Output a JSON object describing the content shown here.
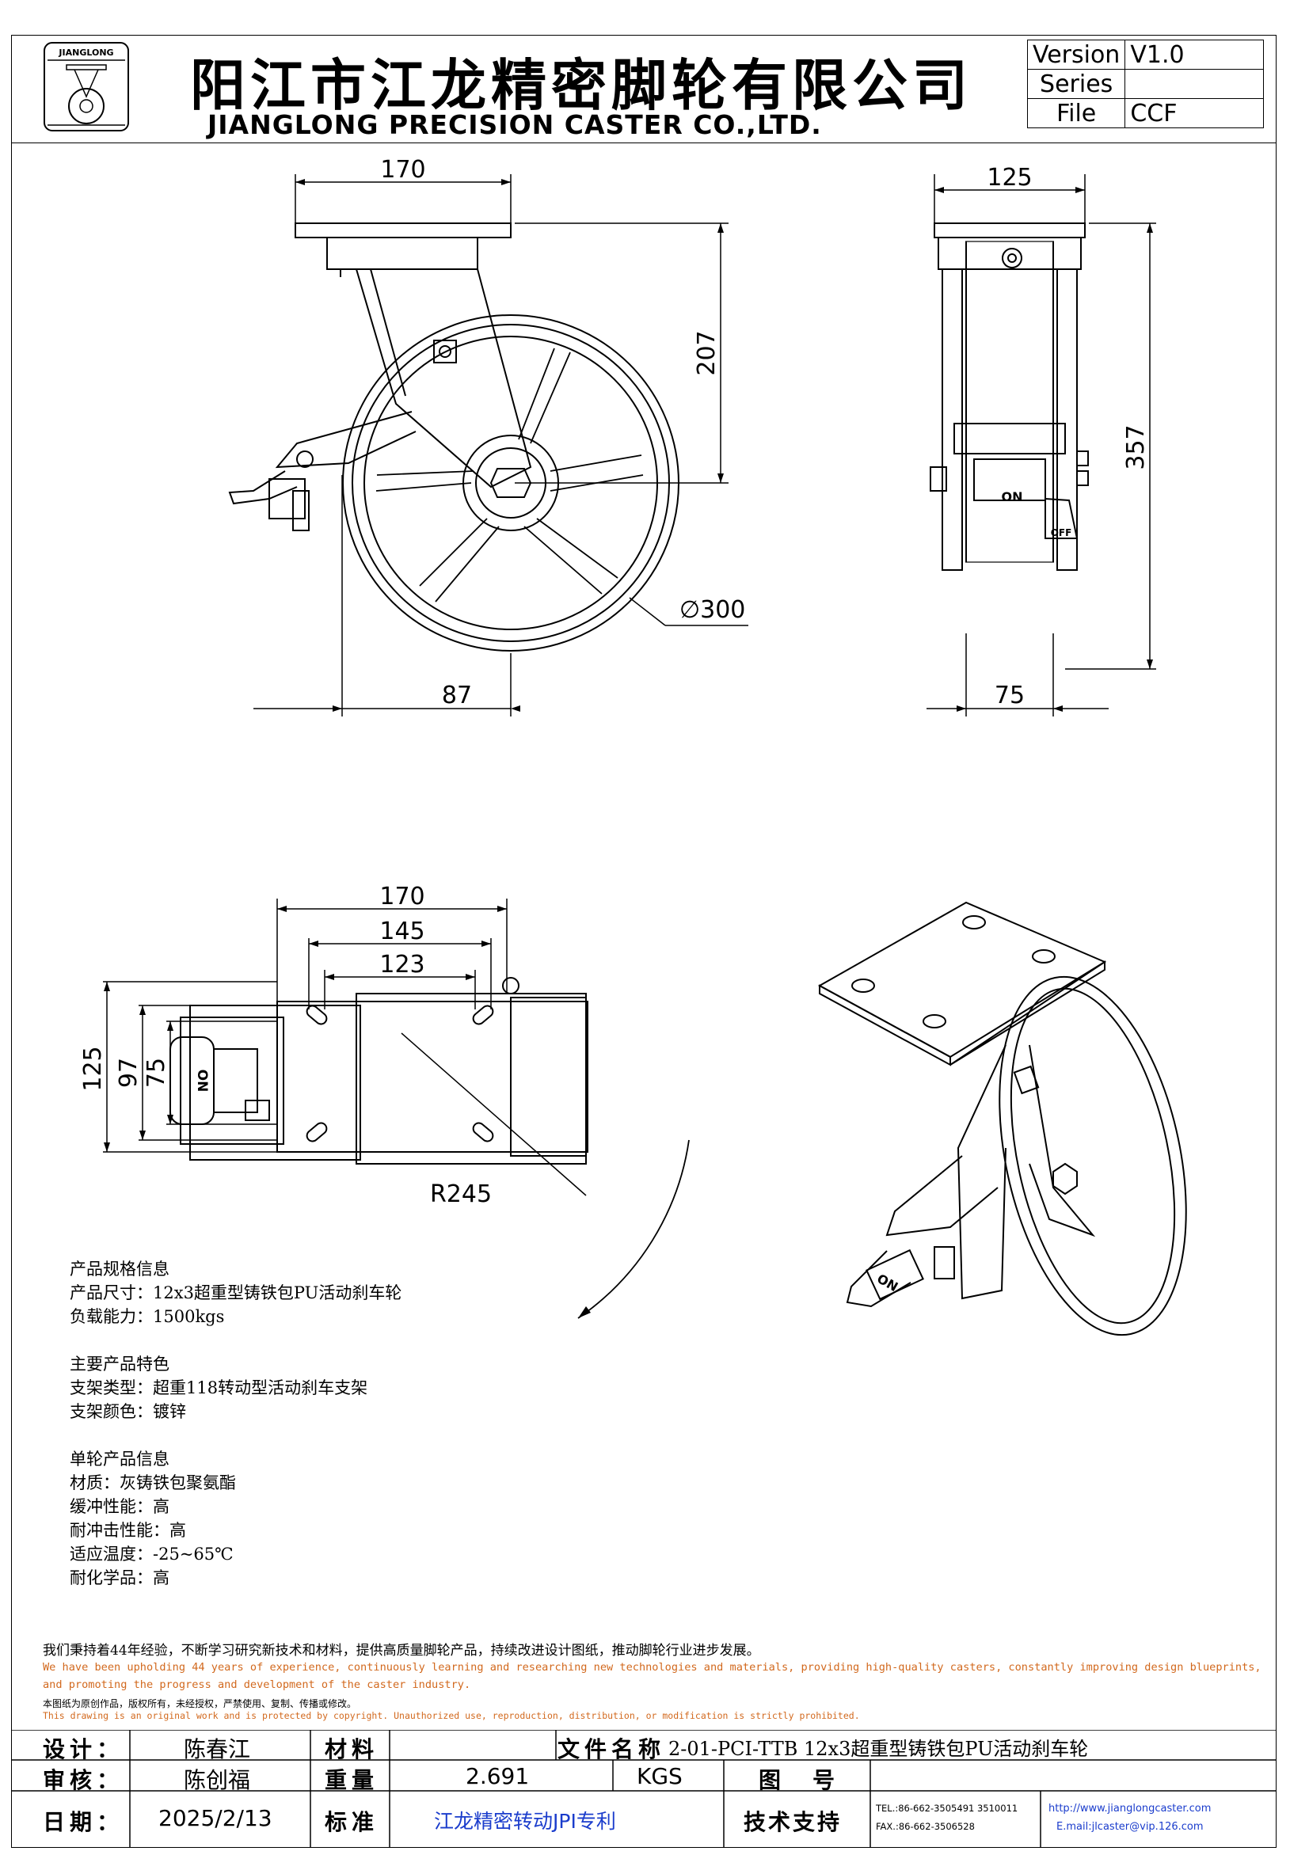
{
  "header": {
    "logo_text": "JIANGLONG",
    "company_cn": "阳江市江龙精密脚轮有限公司",
    "company_en": "JIANGLONG PRECISION CASTER CO.,LTD.",
    "meta": [
      {
        "key": "Version",
        "value": "V1.0"
      },
      {
        "key": "Series",
        "value": ""
      },
      {
        "key": "File",
        "value": "CCF"
      }
    ]
  },
  "dimensions": {
    "side_width": "170",
    "side_height": "207",
    "side_offset": "87",
    "wheel_diameter": "∅300",
    "front_width": "125",
    "front_height": "357",
    "wheel_width": "75",
    "top_170": "170",
    "top_145": "145",
    "top_123": "123",
    "top_125": "125",
    "top_97": "97",
    "top_75": "75",
    "swivel_radius": "R245"
  },
  "labels": {
    "on": "ON",
    "off": "OFF"
  },
  "info": {
    "spec_title": "产品规格信息",
    "spec_size": "产品尺寸：12x3超重型铸铁包PU活动刹车轮",
    "spec_load": "负载能力：1500kgs",
    "feature_title": "主要产品特色",
    "feature_type": "支架类型：超重118转动型活动刹车支架",
    "feature_color": "支架颜色：镀锌",
    "wheel_title": "单轮产品信息",
    "wheel_material": "材质：灰铸铁包聚氨酯",
    "wheel_cushion": "缓冲性能：高",
    "wheel_impact": "耐冲击性能：高",
    "wheel_temp": "适应温度：-25~65℃",
    "wheel_chem": "耐化学品：高"
  },
  "footer": {
    "mission_cn": "我们秉持着44年经验，不断学习研究新技术和材料，提供高质量脚轮产品，持续改进设计图纸，推动脚轮行业进步发展。",
    "mission_en": "We have been upholding 44 years of experience, continuously learning and researching new technologies and materials, providing high-quality casters, constantly improving design blueprints, and promoting the progress and development of the caster industry.",
    "copyright_cn": "本图纸为原创作品，版权所有，未经授权，严禁使用、复制、传播或修改。",
    "copyright_en": "This drawing is an original work and is protected by copyright. Unauthorized use, reproduction, distribution, or modification is strictly prohibited."
  },
  "title_block": {
    "design_label": "设计：",
    "design_value": "陈春江",
    "material_label": "材料",
    "material_value": "",
    "filename_label": "文件名称",
    "filename_value": "2-01-PCI-TTB 12x3超重型铸铁包PU活动刹车轮",
    "review_label": "审核：",
    "review_value": "陈创福",
    "weight_label": "重量",
    "weight_value": "2.691",
    "weight_unit": "KGS",
    "drawing_no_label": "图　号",
    "drawing_no_value": "",
    "date_label": "日期：",
    "date_value": "2025/2/13",
    "standard_label": "标准",
    "standard_value": "江龙精密转动JPI专利",
    "support_label": "技术支持",
    "tel": "TEL.:86-662-3505491 3510011",
    "fax": "FAX.:86-662-3506528",
    "website": "http://www.jianglongcaster.com",
    "email": "E.mail:jlcaster@vip.126.com"
  }
}
